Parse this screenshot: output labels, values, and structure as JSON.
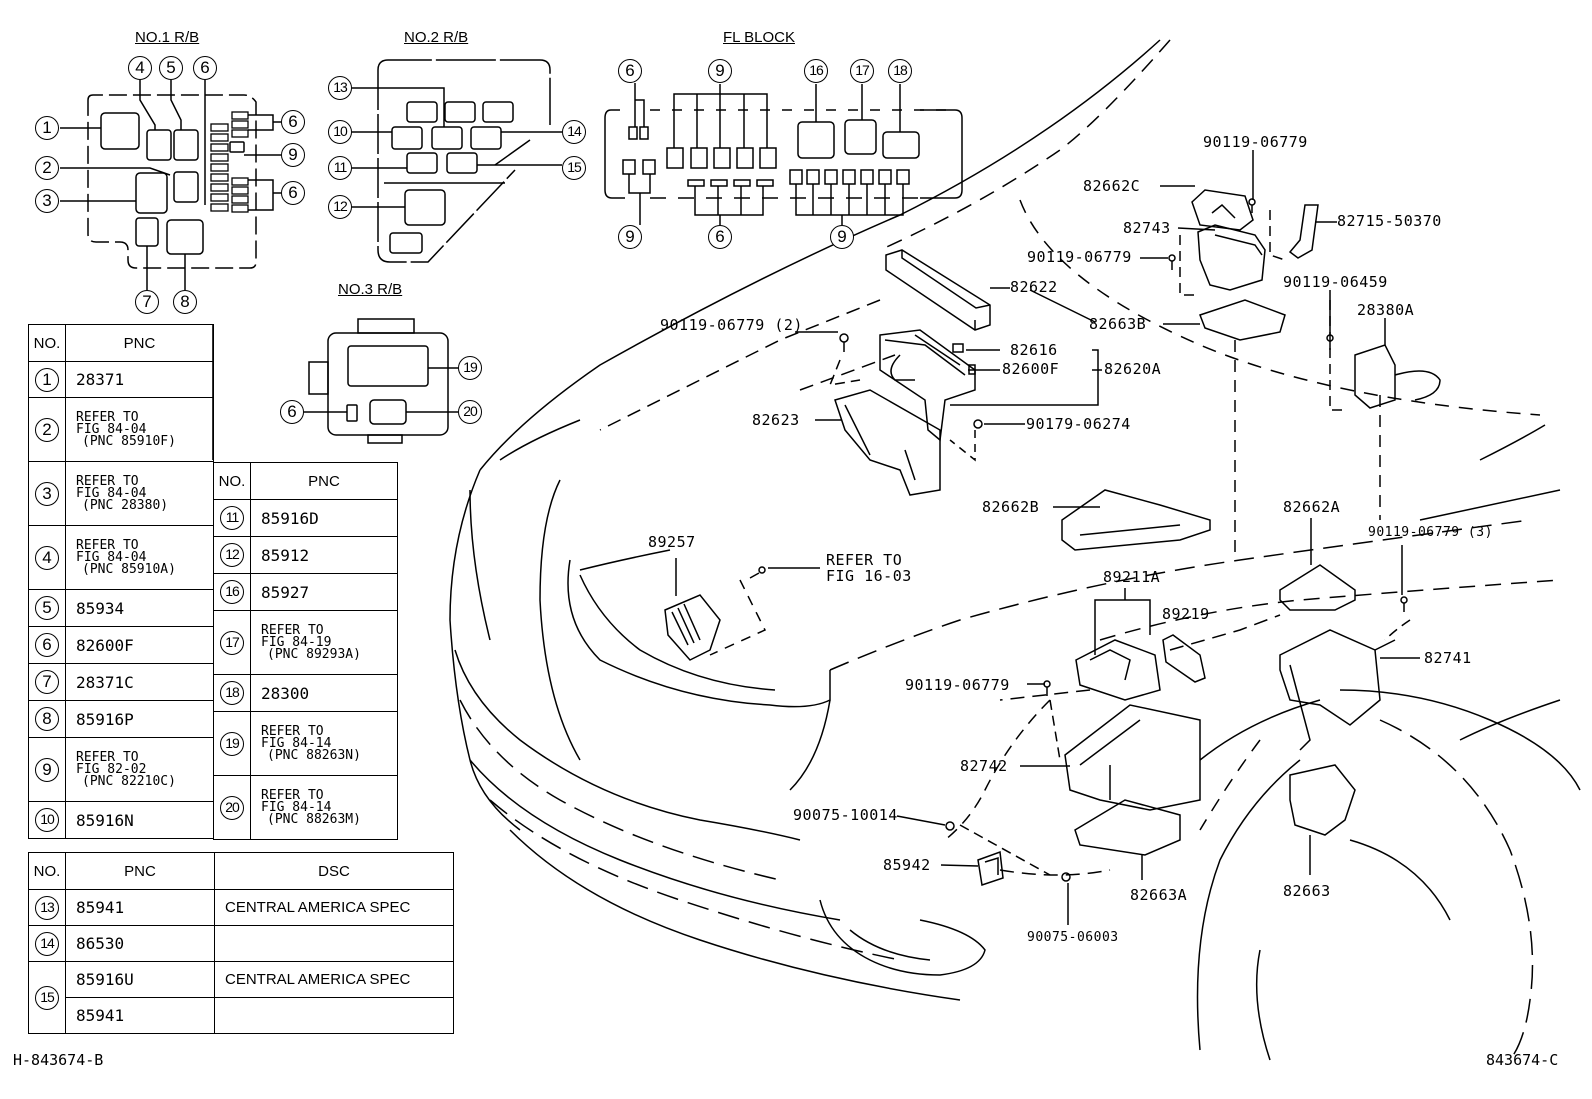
{
  "titles": {
    "rb1": "NO.1 R/B",
    "rb2": "NO.2 R/B",
    "rb3": "NO.3 R/B",
    "fl": "FL BLOCK"
  },
  "callouts": {
    "rb1": [
      "4",
      "5",
      "6",
      "1",
      "6",
      "9",
      "2",
      "6",
      "3",
      "7",
      "8"
    ],
    "rb2": [
      "13",
      "10",
      "14",
      "11",
      "15",
      "12"
    ],
    "rb3": [
      "19",
      "6",
      "20"
    ],
    "fl": [
      "6",
      "9",
      "16",
      "17",
      "18",
      "9",
      "6",
      "9"
    ]
  },
  "table1": {
    "headers": [
      "NO.",
      "PNC"
    ],
    "rows": [
      {
        "no": "1",
        "pnc": "28371"
      },
      {
        "no": "2",
        "pnc": [
          "REFER TO",
          "FIG 84-04",
          "(PNC 85910F)"
        ]
      },
      {
        "no": "3",
        "pnc": [
          "REFER TO",
          "FIG 84-04",
          "(PNC 28380)"
        ]
      },
      {
        "no": "4",
        "pnc": [
          "REFER TO",
          "FIG 84-04",
          "(PNC 85910A)"
        ]
      },
      {
        "no": "5",
        "pnc": "85934"
      },
      {
        "no": "6",
        "pnc": "82600F"
      },
      {
        "no": "7",
        "pnc": "28371C"
      },
      {
        "no": "8",
        "pnc": "85916P"
      },
      {
        "no": "9",
        "pnc": [
          "REFER TO",
          "FIG 82-02",
          "(PNC 82210C)"
        ]
      },
      {
        "no": "10",
        "pnc": "85916N"
      }
    ]
  },
  "table2": {
    "headers": [
      "NO.",
      "PNC"
    ],
    "rows": [
      {
        "no": "11",
        "pnc": "85916D"
      },
      {
        "no": "12",
        "pnc": "85912"
      },
      {
        "no": "16",
        "pnc": "85927"
      },
      {
        "no": "17",
        "pnc": [
          "REFER TO",
          "FIG 84-19",
          "(PNC 89293A)"
        ]
      },
      {
        "no": "18",
        "pnc": "28300"
      },
      {
        "no": "19",
        "pnc": [
          "REFER TO",
          "FIG 84-14",
          "(PNC 88263N)"
        ]
      },
      {
        "no": "20",
        "pnc": [
          "REFER TO",
          "FIG 84-14",
          "(PNC 88263M)"
        ]
      }
    ]
  },
  "table3": {
    "headers": [
      "NO.",
      "PNC",
      "DSC"
    ],
    "rows": [
      {
        "no": "13",
        "pnc": "85941",
        "dsc": "CENTRAL AMERICA SPEC"
      },
      {
        "no": "14",
        "pnc": "86530",
        "dsc": ""
      },
      {
        "no": "15",
        "pnc": "85916U",
        "dsc": "CENTRAL AMERICA SPEC"
      },
      {
        "no": "",
        "pnc": "85941",
        "dsc": ""
      }
    ]
  },
  "part_labels": {
    "p90119_06779_top": "90119-06779",
    "p82662C": "82662C",
    "p82715": "82715-50370",
    "p82743": "82743",
    "p90119_06779_mid": "90119-06779",
    "p90119_06459": "90119-06459",
    "p82622": "82622",
    "p82663B": "82663B",
    "p28380A": "28380A",
    "p90119_06779_2": "90119-06779 (2)",
    "p82616": "82616",
    "p82600F": "82600F",
    "p82620A": "82620A",
    "p82623": "82623",
    "p90179_06274": "90179-06274",
    "p82662B": "82662B",
    "p82662A": "82662A",
    "p90119_06779_3": "90119-06779 (3)",
    "p89257": "89257",
    "p_refer1": "REFER TO",
    "p_refer2": "FIG 16-03",
    "p89211A": "89211A",
    "p89219": "89219",
    "p82741": "82741",
    "p90119_06779_low": "90119-06779",
    "p82742": "82742",
    "p90075_10014": "90075-10014",
    "p85942": "85942",
    "p82663A": "82663A",
    "p82663": "82663",
    "p90075_06003": "90075-06003"
  },
  "footer": {
    "left_code": "H-843674-B",
    "right_code": "843674-C"
  }
}
